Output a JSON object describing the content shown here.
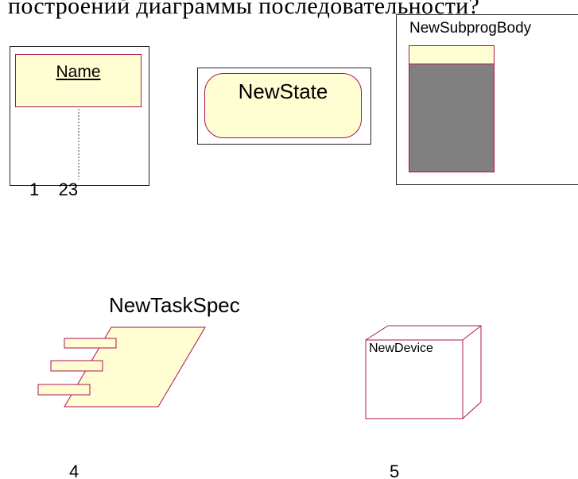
{
  "header": {
    "text": "построений диаграммы последовательности?"
  },
  "object_lifeline": {
    "name": "Name",
    "numbers": "1    23"
  },
  "state": {
    "name": "NewState"
  },
  "subprog_body": {
    "name": "NewSubprogBody"
  },
  "task_spec": {
    "name": "NewTaskSpec",
    "number": "4"
  },
  "device": {
    "name": "NewDevice",
    "number": "5"
  },
  "colors": {
    "fill_yellow": "#fffdd2",
    "border_maroon": "#b01050",
    "dark_fill": "#808080",
    "line_black": "#222222"
  }
}
